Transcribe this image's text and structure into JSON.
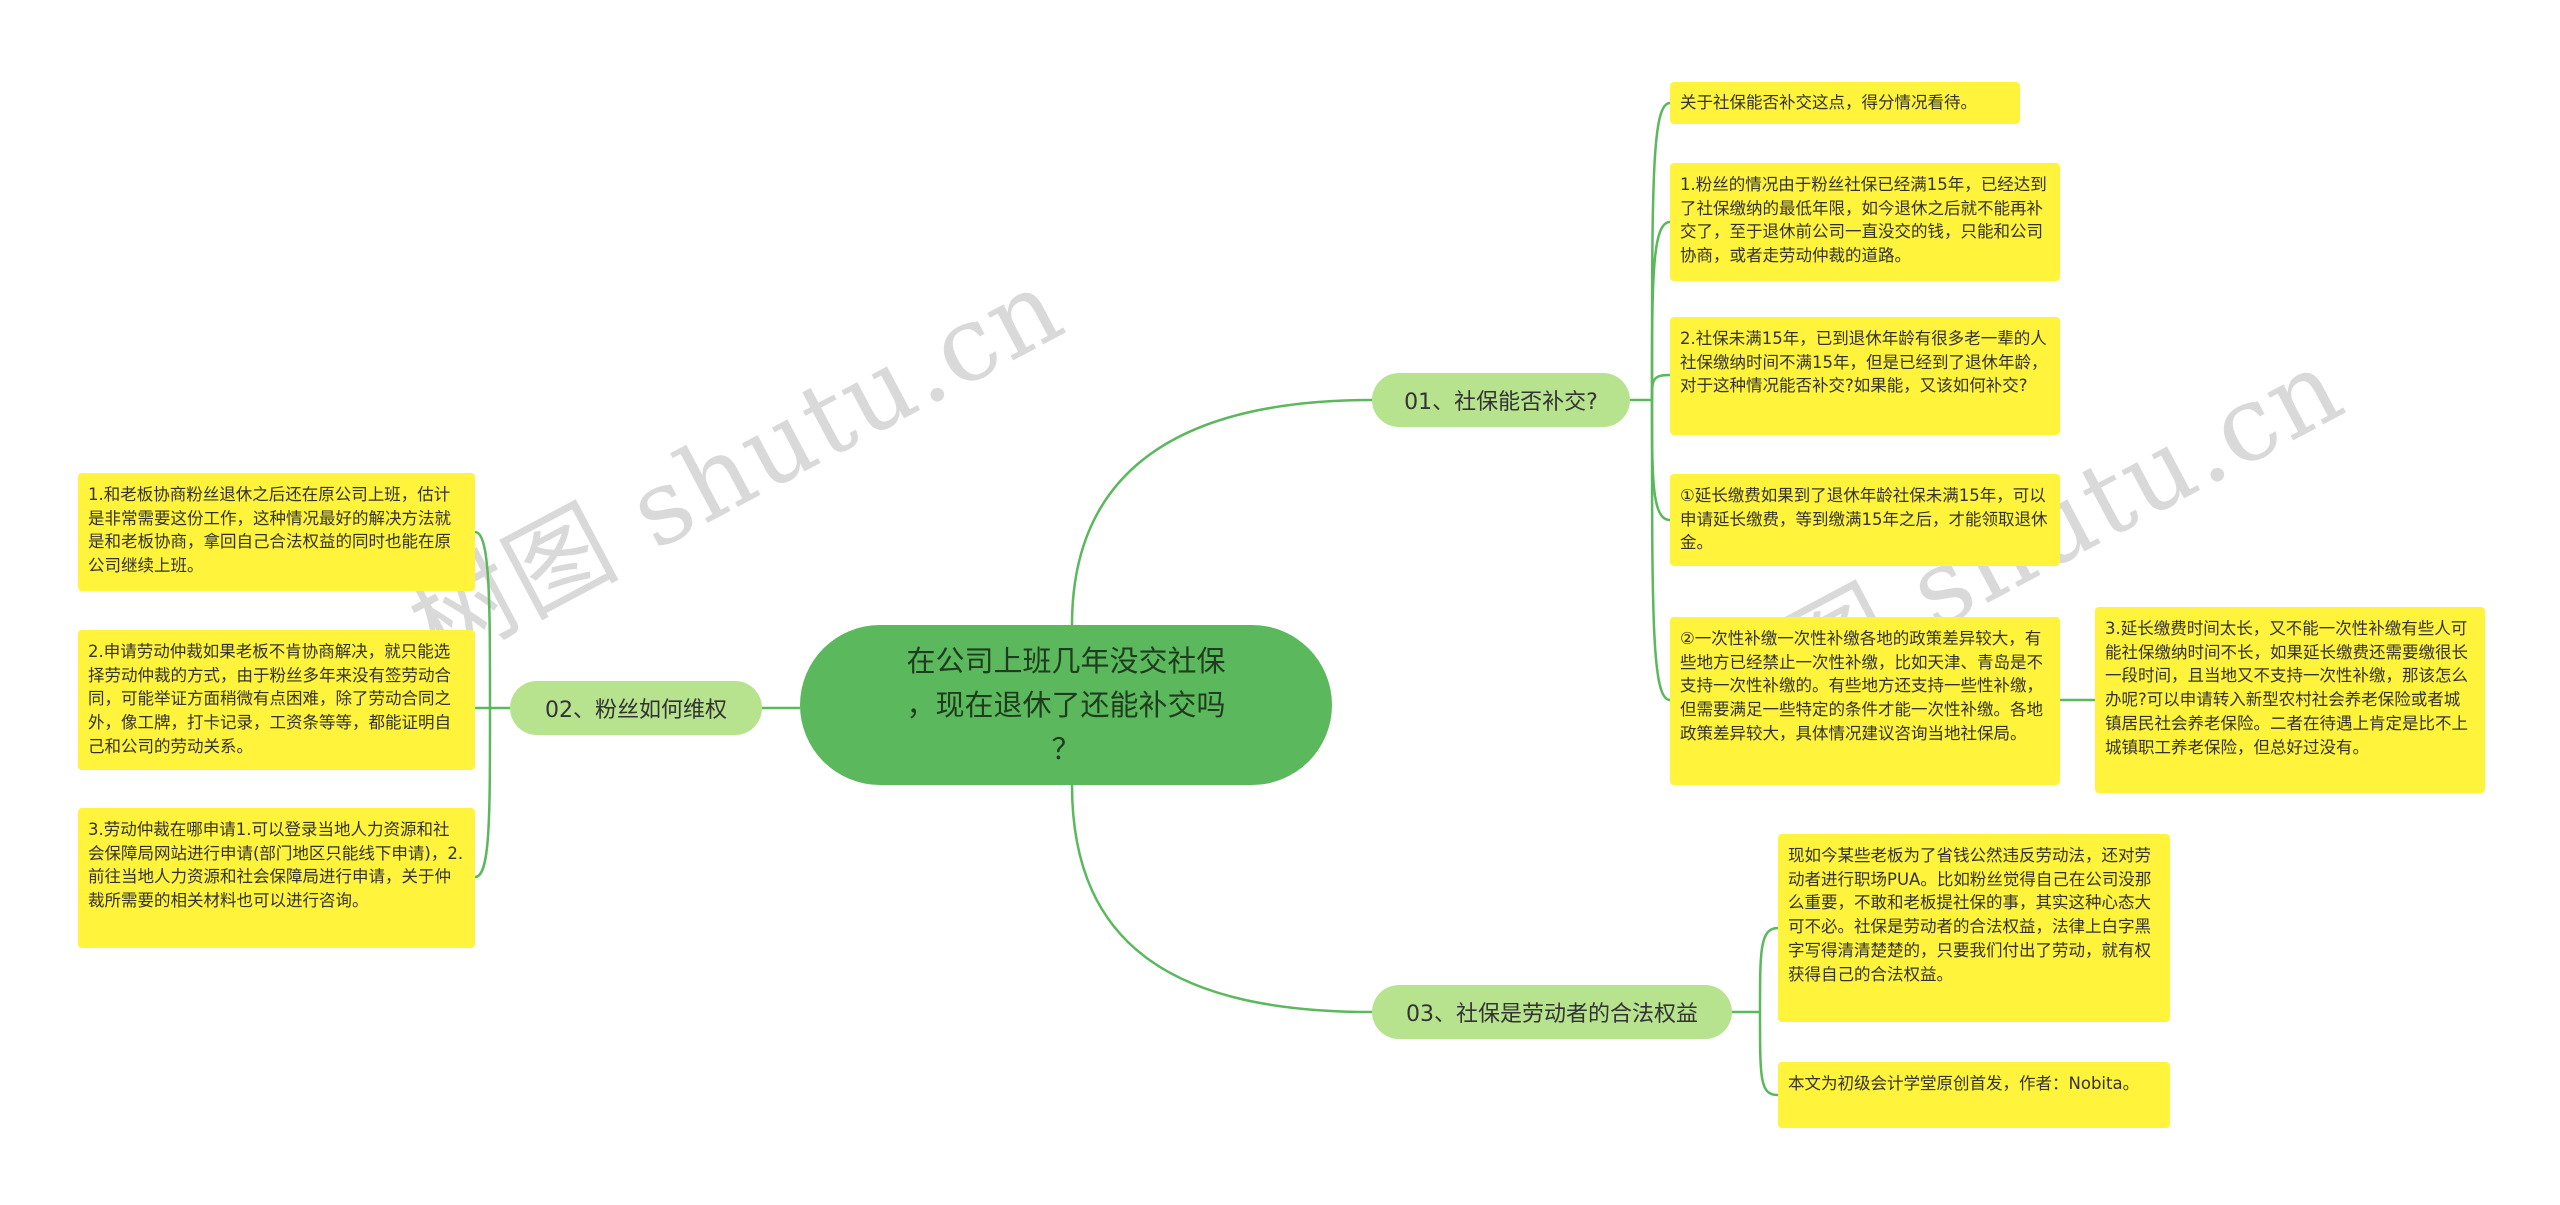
{
  "watermarks": [
    "树图 shutu.cn",
    "树图 shutu.cn"
  ],
  "central": {
    "title": "在公司上班几年没交社保\n，现在退休了还能补交吗\n？"
  },
  "branches": {
    "b1": {
      "label": "01、社保能否补交?"
    },
    "b2": {
      "label": "02、粉丝如何维权"
    },
    "b3": {
      "label": "03、社保是劳动者的合法权益"
    }
  },
  "leaves": {
    "b1_1": "关于社保能否补交这点，得分情况看待。",
    "b1_2": "1.粉丝的情况由于粉丝社保已经满15年，已经达到了社保缴纳的最低年限，如今退休之后就不能再补交了，至于退休前公司一直没交的钱，只能和公司协商，或者走劳动仲裁的道路。",
    "b1_3": "2.社保未满15年，已到退休年龄有很多老一辈的人社保缴纳时间不满15年，但是已经到了退休年龄，对于这种情况能否补交?如果能，又该如何补交?",
    "b1_4": "①延长缴费如果到了退休年龄社保未满15年，可以申请延长缴费，等到缴满15年之后，才能领取退休金。",
    "b1_5": "②一次性补缴一次性补缴各地的政策差异较大，有些地方已经禁止一次性补缴，比如天津、青岛是不支持一次性补缴的。有些地方还支持一些性补缴，但需要满足一些特定的条件才能一次性补缴。各地政策差异较大，具体情况建议咨询当地社保局。",
    "b1_5_1": "3.延长缴费时间太长，又不能一次性补缴有些人可能社保缴纳时间不长，如果延长缴费还需要缴很长一段时间，且当地又不支持一次性补缴，那该怎么办呢?可以申请转入新型农村社会养老保险或者城镇居民社会养老保险。二者在待遇上肯定是比不上城镇职工养老保险，但总好过没有。",
    "b2_1": "1.和老板协商粉丝退休之后还在原公司上班，估计是非常需要这份工作，这种情况最好的解决方法就是和老板协商，拿回自己合法权益的同时也能在原公司继续上班。",
    "b2_2": "2.申请劳动仲裁如果老板不肯协商解决，就只能选择劳动仲裁的方式，由于粉丝多年来没有签劳动合同，可能举证方面稍微有点困难，除了劳动合同之外，像工牌，打卡记录，工资条等等，都能证明自己和公司的劳动关系。",
    "b2_3": "3.劳动仲裁在哪申请1.可以登录当地人力资源和社会保障局网站进行申请(部门地区只能线下申请)，2.前往当地人力资源和社会保障局进行申请，关于仲裁所需要的相关材料也可以进行咨询。",
    "b3_1": "现如今某些老板为了省钱公然违反劳动法，还对劳动者进行职场PUA。比如粉丝觉得自己在公司没那么重要，不敢和老板提社保的事，其实这种心态大可不必。社保是劳动者的合法权益，法律上白字黑字写得清清楚楚的，只要我们付出了劳动，就有权获得自己的合法权益。",
    "b3_2": "本文为初级会计学堂原创首发，作者：Nobita。"
  },
  "colors": {
    "central_fill": "#5cb85c",
    "branch_fill": "#b7e38e",
    "leaf_fill": "#fff33b",
    "connector": "#5cb85c",
    "watermark": "#d9d9d9"
  }
}
